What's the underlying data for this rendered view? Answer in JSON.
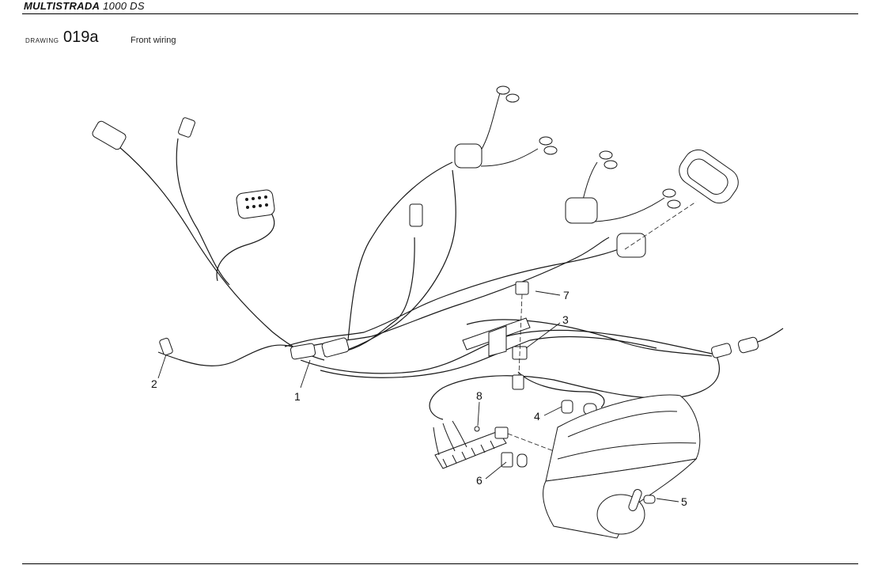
{
  "header": {
    "model_bold": "MULTISTRADA",
    "model_rest": "1000 DS"
  },
  "drawing": {
    "label": "DRAWING",
    "number": "019a",
    "title": "Front wiring"
  },
  "callouts": [
    {
      "id": "1",
      "text": "1"
    },
    {
      "id": "2",
      "text": "2"
    },
    {
      "id": "3",
      "text": "3"
    },
    {
      "id": "4",
      "text": "4"
    },
    {
      "id": "5",
      "text": "5"
    },
    {
      "id": "6",
      "text": "6"
    },
    {
      "id": "7",
      "text": "7"
    },
    {
      "id": "8",
      "text": "8"
    }
  ]
}
